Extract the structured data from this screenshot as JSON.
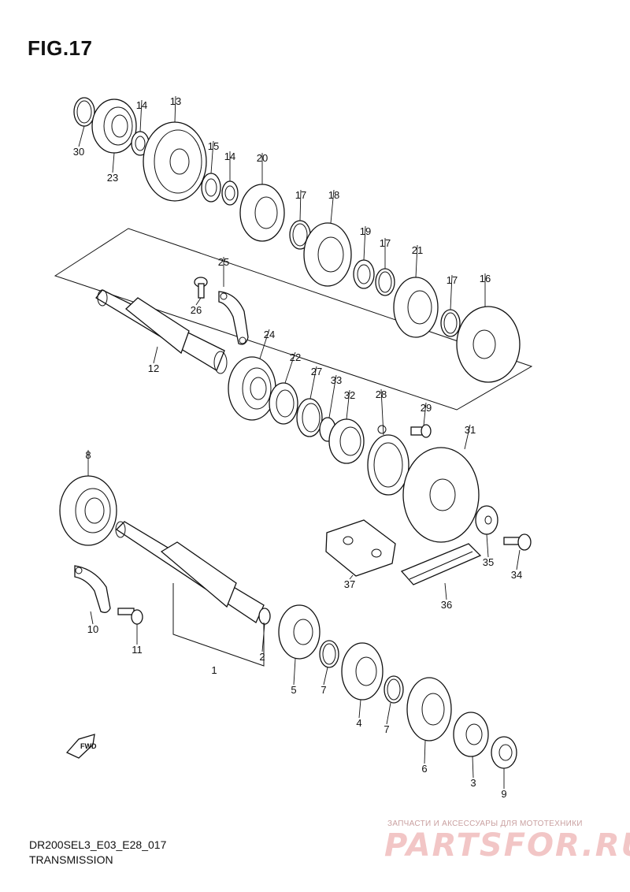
{
  "figure": {
    "title": "FIG.17",
    "model_code": "DR200SEL3_E03_E28_017",
    "section_name": "TRANSMISSION",
    "direction_badge": "FWD"
  },
  "watermark": {
    "tagline": "ЗАПЧАСТИ И АКСЕССУАРЫ ДЛЯ МОТОТЕХНИКИ",
    "logo": "PARTSFOR.RU"
  },
  "callouts": [
    {
      "id": "p30",
      "label": "30"
    },
    {
      "id": "p23",
      "label": "23"
    },
    {
      "id": "p14a",
      "label": "14"
    },
    {
      "id": "p13",
      "label": "13"
    },
    {
      "id": "p15",
      "label": "15"
    },
    {
      "id": "p14b",
      "label": "14"
    },
    {
      "id": "p20",
      "label": "20"
    },
    {
      "id": "p17a",
      "label": "17"
    },
    {
      "id": "p18",
      "label": "18"
    },
    {
      "id": "p19",
      "label": "19"
    },
    {
      "id": "p17b",
      "label": "17"
    },
    {
      "id": "p21",
      "label": "21"
    },
    {
      "id": "p17c",
      "label": "17"
    },
    {
      "id": "p16",
      "label": "16"
    },
    {
      "id": "p25",
      "label": "25"
    },
    {
      "id": "p26",
      "label": "26"
    },
    {
      "id": "p12",
      "label": "12"
    },
    {
      "id": "p24",
      "label": "24"
    },
    {
      "id": "p22",
      "label": "22"
    },
    {
      "id": "p27",
      "label": "27"
    },
    {
      "id": "p33",
      "label": "33"
    },
    {
      "id": "p32",
      "label": "32"
    },
    {
      "id": "p28",
      "label": "28"
    },
    {
      "id": "p29",
      "label": "29"
    },
    {
      "id": "p31",
      "label": "31"
    },
    {
      "id": "p8",
      "label": "8"
    },
    {
      "id": "p35",
      "label": "35"
    },
    {
      "id": "p34",
      "label": "34"
    },
    {
      "id": "p37",
      "label": "37"
    },
    {
      "id": "p36",
      "label": "36"
    },
    {
      "id": "p10",
      "label": "10"
    },
    {
      "id": "p11",
      "label": "11"
    },
    {
      "id": "p2",
      "label": "2"
    },
    {
      "id": "p1",
      "label": "1"
    },
    {
      "id": "p5",
      "label": "5"
    },
    {
      "id": "p7a",
      "label": "7"
    },
    {
      "id": "p4",
      "label": "4"
    },
    {
      "id": "p7b",
      "label": "7"
    },
    {
      "id": "p6",
      "label": "6"
    },
    {
      "id": "p3",
      "label": "3"
    },
    {
      "id": "p9",
      "label": "9"
    }
  ]
}
